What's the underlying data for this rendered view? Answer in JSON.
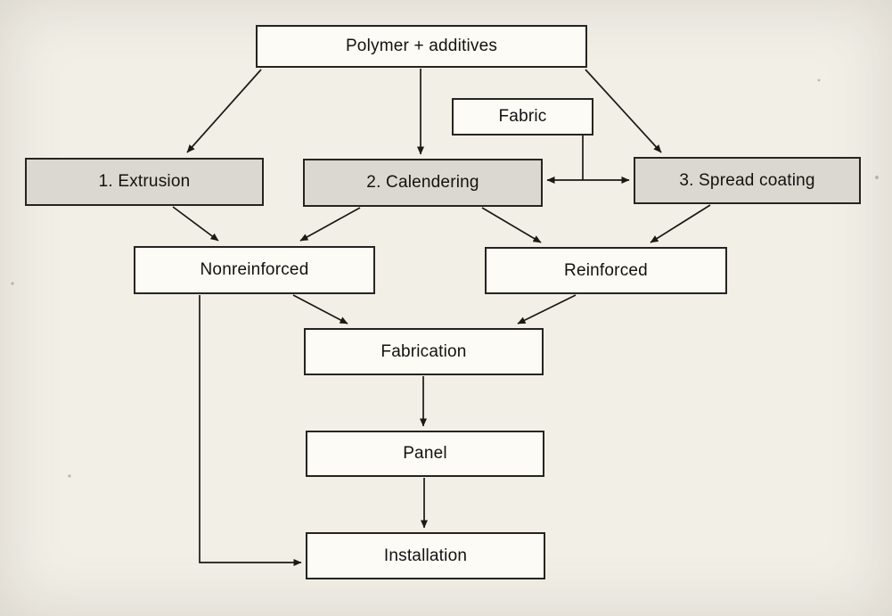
{
  "diagram": {
    "nodes": {
      "polymer": {
        "label": "Polymer + additives",
        "shaded": false
      },
      "fabric": {
        "label": "Fabric",
        "shaded": false
      },
      "extrusion": {
        "label": "1. Extrusion",
        "shaded": true
      },
      "calendering": {
        "label": "2. Calendering",
        "shaded": true
      },
      "spread_coating": {
        "label": "3. Spread coating",
        "shaded": true
      },
      "nonreinforced": {
        "label": "Nonreinforced",
        "shaded": false
      },
      "reinforced": {
        "label": "Reinforced",
        "shaded": false
      },
      "fabrication": {
        "label": "Fabrication",
        "shaded": false
      },
      "panel": {
        "label": "Panel",
        "shaded": false
      },
      "installation": {
        "label": "Installation",
        "shaded": false
      }
    },
    "edges": [
      {
        "from": "polymer",
        "to": "extrusion",
        "style": "arrow"
      },
      {
        "from": "polymer",
        "to": "calendering",
        "style": "arrow"
      },
      {
        "from": "polymer",
        "to": "spread_coating",
        "style": "arrow"
      },
      {
        "from": "fabric",
        "to": "calendering_spread_coating_link",
        "style": "line"
      },
      {
        "from": "calendering",
        "to": "spread_coating",
        "style": "double_arrow"
      },
      {
        "from": "extrusion",
        "to": "nonreinforced",
        "style": "arrow"
      },
      {
        "from": "calendering",
        "to": "nonreinforced",
        "style": "arrow"
      },
      {
        "from": "calendering",
        "to": "reinforced",
        "style": "arrow"
      },
      {
        "from": "spread_coating",
        "to": "reinforced",
        "style": "arrow"
      },
      {
        "from": "nonreinforced",
        "to": "fabrication",
        "style": "arrow"
      },
      {
        "from": "reinforced",
        "to": "fabrication",
        "style": "arrow"
      },
      {
        "from": "fabrication",
        "to": "panel",
        "style": "arrow"
      },
      {
        "from": "panel",
        "to": "installation",
        "style": "arrow"
      },
      {
        "from": "nonreinforced",
        "to": "installation",
        "style": "arrow_elbow"
      }
    ],
    "colors": {
      "page_background": "#f2efe7",
      "box_fill": "#fcfbf6",
      "shaded_box_fill": "#dbd8d2",
      "line": "#1b1914"
    }
  }
}
